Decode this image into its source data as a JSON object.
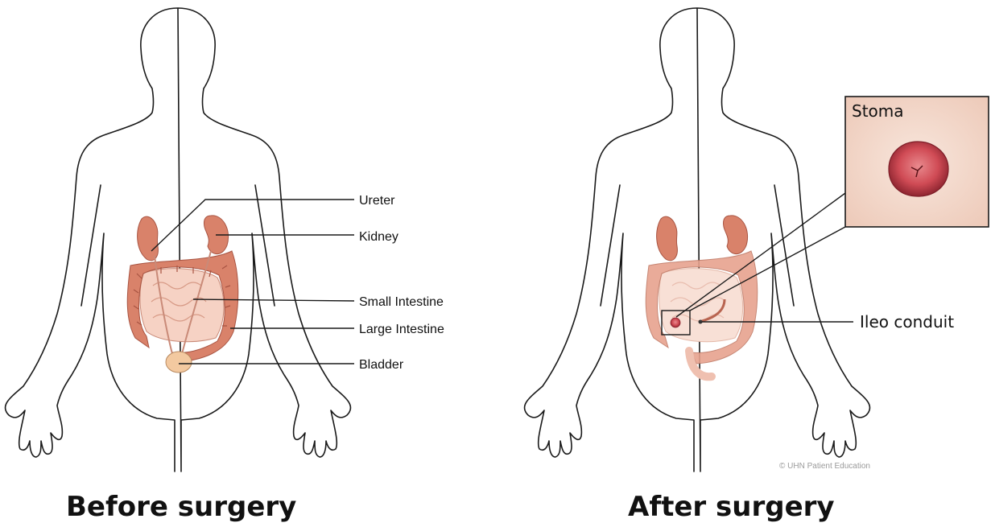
{
  "labels": {
    "ureter": "Ureter",
    "kidney": "Kidney",
    "small_intestine": "Small Intestine",
    "large_intestine": "Large Intestine",
    "bladder": "Bladder",
    "ileo_conduit": "Ileo conduit",
    "stoma": "Stoma"
  },
  "credit": "© UHN Patient Education",
  "captions": {
    "before": "Before surgery",
    "after": "After surgery"
  },
  "colors": {
    "organ": "#d9826a",
    "organ_dark": "#b55a45",
    "intestine_fill": "#f6d2c4",
    "bladder": "#f3c9a0",
    "stoma_inset_bg": "#f5dccf",
    "stoma": "#c8404a"
  }
}
